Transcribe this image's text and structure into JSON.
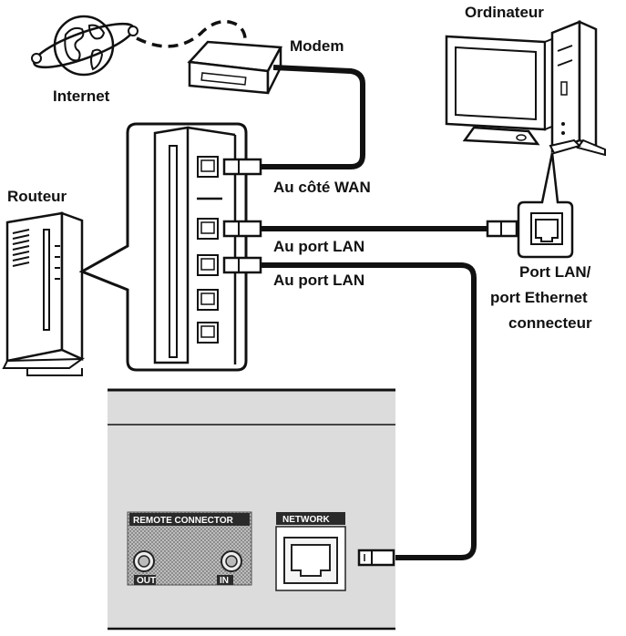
{
  "labels": {
    "internet": "Internet",
    "modem": "Modem",
    "ordinateur": "Ordinateur",
    "routeur": "Routeur",
    "wan": "Au côté WAN",
    "lan1": "Au port LAN",
    "lan2": "Au port LAN",
    "pc_port_1": "Port LAN/",
    "pc_port_2": "port Ethernet",
    "pc_port_3": "connecteur"
  },
  "device": {
    "remote_connector": "REMOTE CONNECTOR",
    "network": "NETWORK",
    "out": "OUT",
    "in": "IN"
  },
  "icons": [
    "globe-icon",
    "modem-icon",
    "computer-icon",
    "router-icon",
    "ethernet-port-icon"
  ]
}
